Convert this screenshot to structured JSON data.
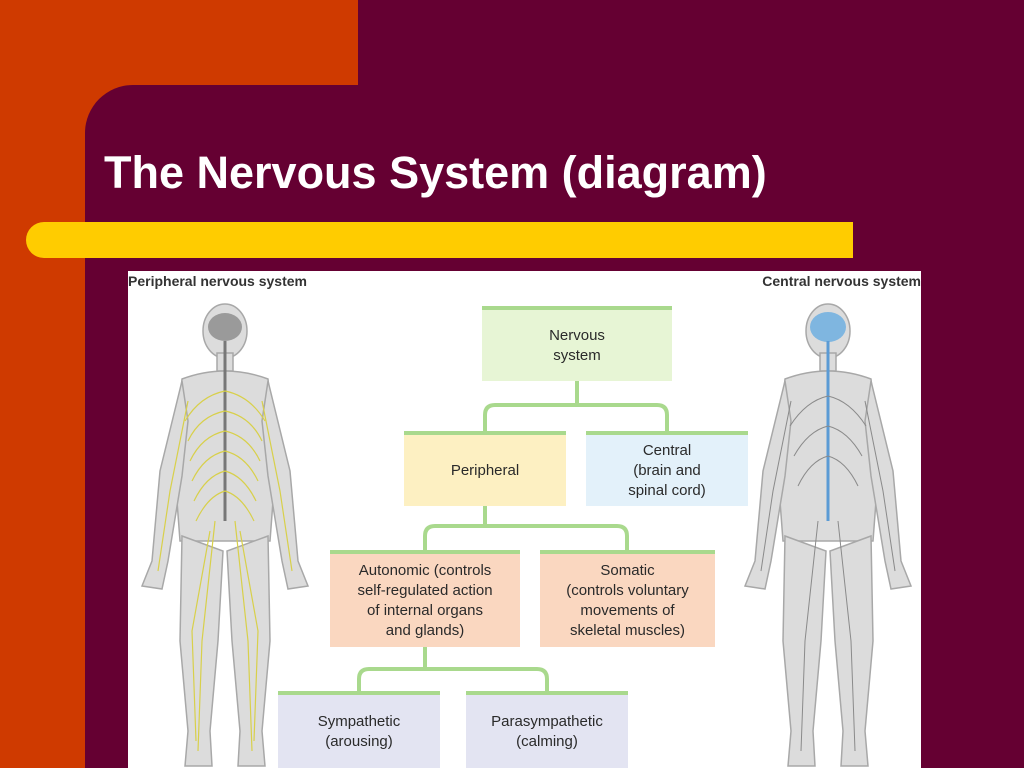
{
  "slide": {
    "title": "The Nervous System (diagram)"
  },
  "diagram": {
    "left_label": "Peripheral nervous system",
    "right_label": "Central nervous system",
    "nodes": {
      "nervous_system": "Nervous\nsystem",
      "peripheral": "Peripheral",
      "central": "Central\n(brain and\nspinal cord)",
      "autonomic": "Autonomic (controls\nself-regulated action\nof internal organs\nand glands)",
      "somatic": "Somatic\n(controls voluntary\nmovements of\nskeletal muscles)",
      "sympathetic": "Sympathetic\n(arousing)",
      "parasympathetic": "Parasympathetic\n(calming)"
    }
  },
  "colors": {
    "background": "#650032",
    "accent_orange": "#cf3a00",
    "accent_yellow": "#ffcc00",
    "connector_green": "#a9d98d",
    "peripheral_nerves": "#d8d04a",
    "central_nerves": "#5b9bd5"
  }
}
